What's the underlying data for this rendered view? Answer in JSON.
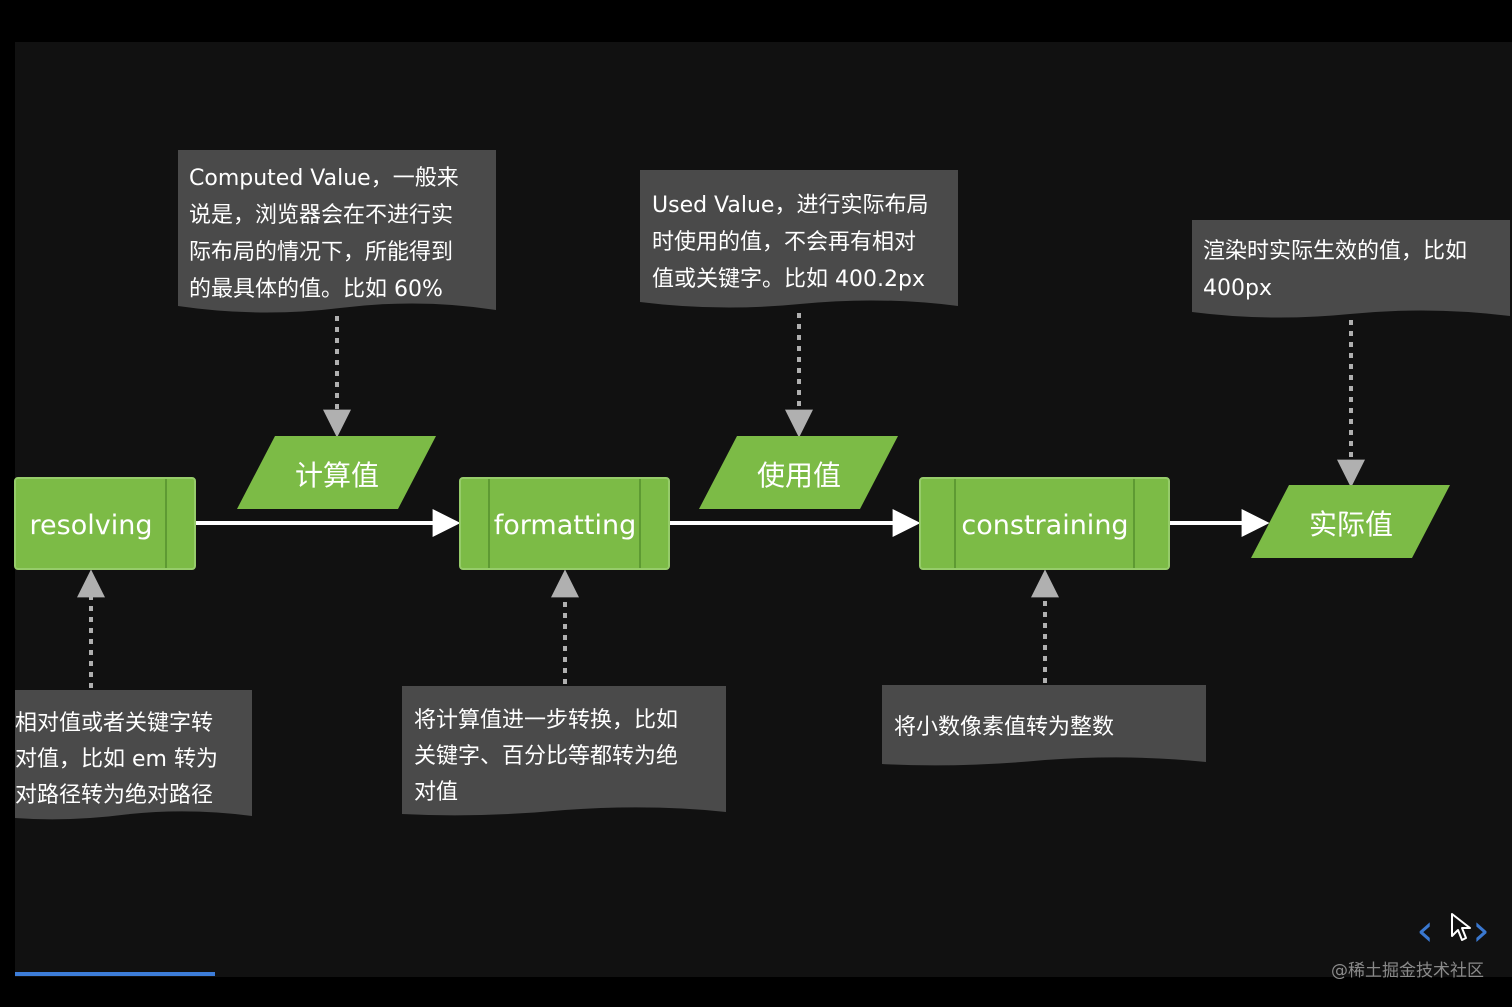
{
  "processes": [
    {
      "id": "resolving",
      "label": "resolving"
    },
    {
      "id": "formatting",
      "label": "formatting"
    },
    {
      "id": "constraining",
      "label": "constraining"
    }
  ],
  "data_nodes": [
    {
      "id": "computed",
      "label": "计算值"
    },
    {
      "id": "used",
      "label": "使用值"
    },
    {
      "id": "actual",
      "label": "实际值"
    }
  ],
  "notes": {
    "computed": {
      "lines": [
        "Computed Value，一般来",
        "说是，浏览器会在不进行实",
        "际布局的情况下，所能得到",
        "的最具体的值。比如 60%"
      ]
    },
    "used": {
      "lines": [
        "Used Value，进行实际布局",
        "时使用的值，不会再有相对",
        "值或关键字。比如 400.2px"
      ]
    },
    "actual": {
      "lines": [
        "渲染时实际生效的值，比如",
        "400px"
      ]
    },
    "resolving": {
      "lines": [
        "相对值或者关键字转",
        "对值，比如 em 转为",
        "对路径转为绝对路径"
      ]
    },
    "formatting": {
      "lines": [
        "将计算值进一步转换，比如",
        "关键字、百分比等都转为绝",
        "对值"
      ]
    },
    "constraining": {
      "lines": [
        "将小数像素值转为整数"
      ]
    }
  },
  "colors": {
    "node_fill": "#7cbb46",
    "node_stroke": "#96cc6a",
    "note_fill": "#4a4a4a",
    "arrow": "#ffffff",
    "dashed": "#b0b0b0",
    "background": "#111111"
  },
  "controls": {
    "prev": "‹",
    "next": "›"
  },
  "watermark": "@稀土掘金技术社区"
}
